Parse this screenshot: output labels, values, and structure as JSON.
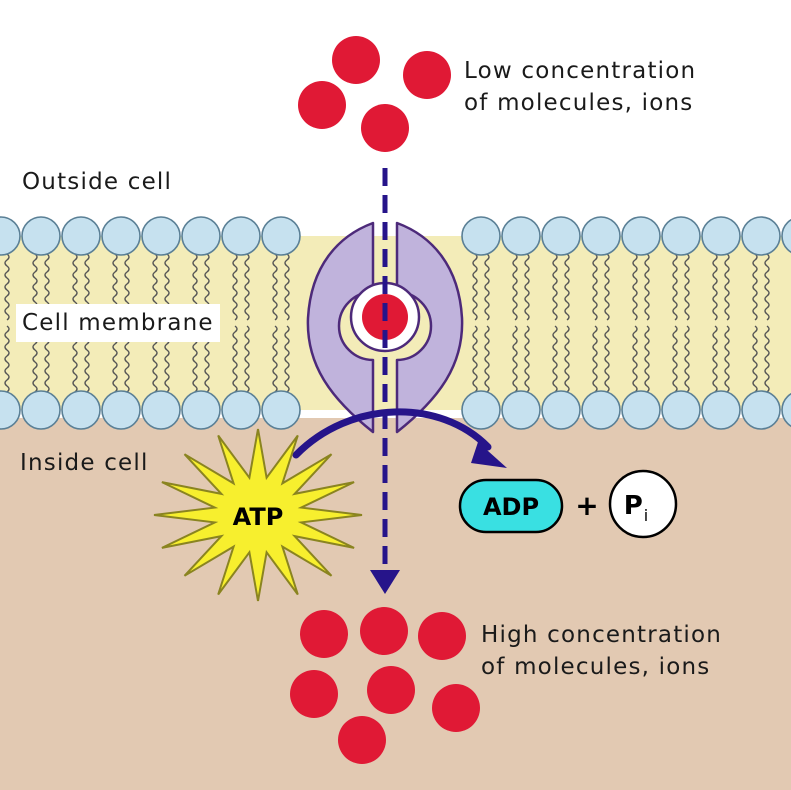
{
  "labels": {
    "outside": "Outside cell",
    "inside": "Inside cell",
    "membrane": "Cell membrane",
    "low_line1": "Low concentration",
    "low_line2": "of molecules, ions",
    "high_line1": "High concentration",
    "high_line2": "of molecules, ions"
  },
  "energy": {
    "atp": "ATP",
    "adp": "ADP",
    "plus": "+",
    "phosphate": "P",
    "phosphate_sub": "i"
  },
  "colors": {
    "background_outside": "#ffffff",
    "background_inside": "#e2c9b2",
    "membrane_core": "#f3ecb8",
    "lipid_head": "#c6e1ef",
    "lipid_head_stroke": "#5a7f95",
    "molecule": "#e01935",
    "protein_fill": "#c0b3dc",
    "protein_stroke": "#4d2a7a",
    "arrow": "#26148a",
    "atp_fill": "#f7ef2e",
    "adp_fill": "#39e0e2"
  }
}
